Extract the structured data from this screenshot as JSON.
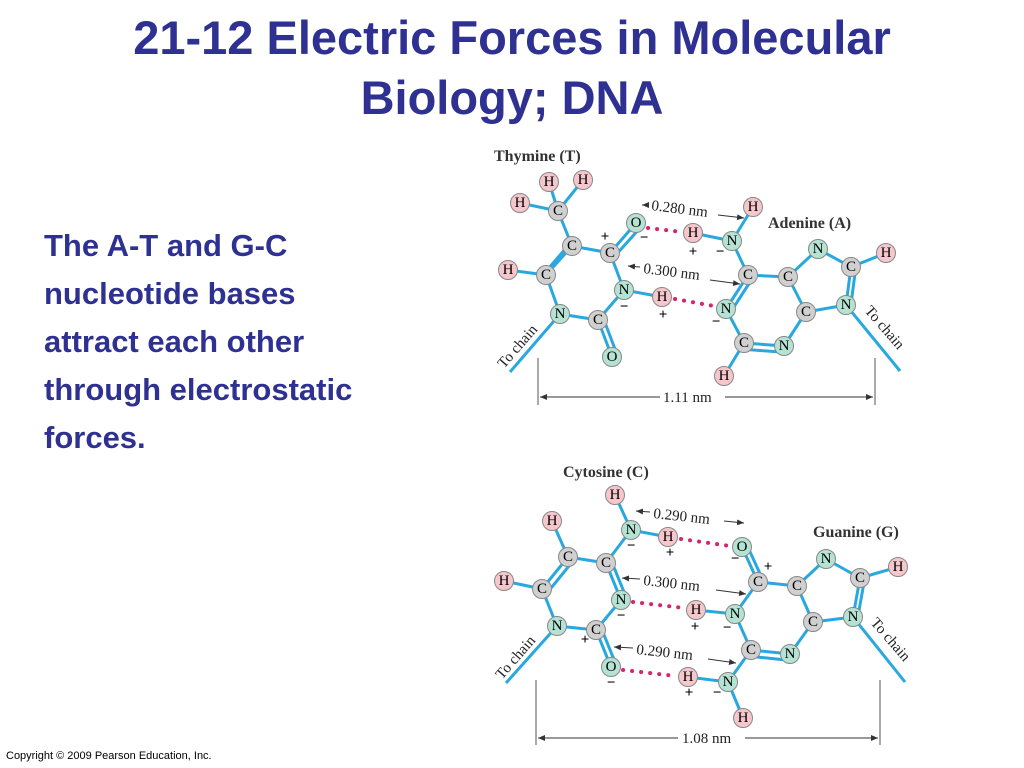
{
  "slide": {
    "title_line1": "21-12 Electric Forces in Molecular",
    "title_line2": "Biology; DNA",
    "body_line1": "The A-T and G-C",
    "body_line2": "nucleotide bases",
    "body_line3": "attract each other",
    "body_line4": "through electrostatic",
    "body_line5": "forces.",
    "copyright": "Copyright © 2009 Pearson Education, Inc."
  },
  "at_pair": {
    "left_molecule": "Thymine (T)",
    "right_molecule": "Adenine (A)",
    "bond1_length": "0.280 nm",
    "bond2_length": "0.300 nm",
    "total_width": "1.11 nm",
    "chain_left": "To chain",
    "chain_right": "To chain"
  },
  "gc_pair": {
    "left_molecule": "Cytosine (C)",
    "right_molecule": "Guanine (G)",
    "bond1_length": "0.290 nm",
    "bond2_length": "0.300 nm",
    "bond3_length": "0.290 nm",
    "total_width": "1.08 nm",
    "chain_left": "To chain",
    "chain_right": "To chain"
  },
  "atom_symbols": {
    "hydrogen": "H",
    "carbon": "C",
    "nitrogen": "N",
    "oxygen": "O"
  },
  "charge_symbols": {
    "plus": "+",
    "minus": "−"
  },
  "colors": {
    "title_text": "#2e3192",
    "bond_line": "#29a8df",
    "hydrogen_fill": "#f5c6cb",
    "carbon_fill": "#d0d0d0",
    "nitrogen_fill": "#b5e2d2",
    "oxygen_fill": "#b5e2d2",
    "hydrogen_bond_dots": "#d6246e"
  }
}
